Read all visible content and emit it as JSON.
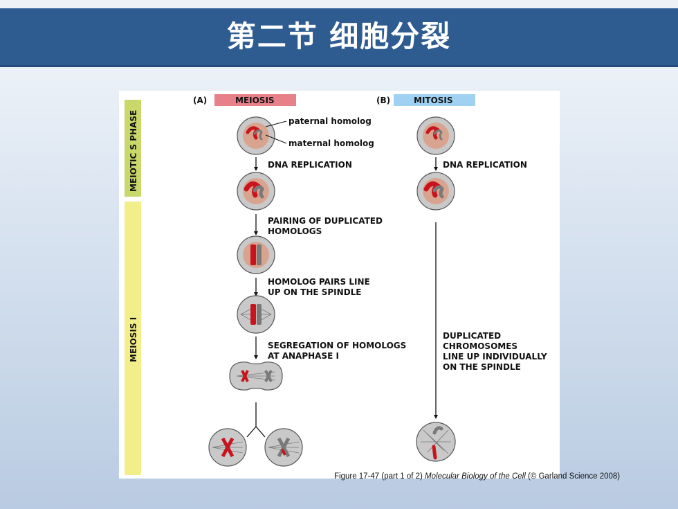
{
  "slide": {
    "title": "第二节  细胞分裂"
  },
  "figure": {
    "side_labels": {
      "s_phase": "MEIOTIC S PHASE",
      "meiosis1": "MEIOSIS I"
    },
    "panel_a": {
      "letter": "(A)",
      "header": "MEIOSIS"
    },
    "panel_b": {
      "letter": "(B)",
      "header": "MITOSIS"
    },
    "labels": {
      "paternal": "paternal homolog",
      "maternal": "maternal homolog",
      "dna_rep_a": "DNA REPLICATION",
      "dna_rep_b": "DNA REPLICATION",
      "pairing_1": "PAIRING OF DUPLICATED",
      "pairing_2": "HOMOLOGS",
      "lineup_1": "HOMOLOG PAIRS LINE",
      "lineup_2": "UP ON THE SPINDLE",
      "segregation_1": "SEGREGATION OF HOMOLOGS",
      "segregation_2": "AT ANAPHASE I",
      "mitosis_1": "DUPLICATED",
      "mitosis_2": "CHROMOSOMES",
      "mitosis_3": "LINE UP INDIVIDUALLY",
      "mitosis_4": "ON THE SPINDLE"
    },
    "colors": {
      "meiosis_bar": "#e8808a",
      "mitosis_bar": "#9fd2f2",
      "s_phase_bar": "#c8d86a",
      "meiosis1_bar": "#f2ee8a",
      "cell_fill": "#c9c9c9",
      "nucleus_fill": "#d9a48f",
      "paternal": "#c8141e",
      "maternal": "#7a7a7a"
    }
  },
  "caption": {
    "prefix": "Figure 17-47  (part  1 of 2)  ",
    "book": "Molecular  Biology  of the Cell",
    "suffix": " (© Garland  Science 2008)"
  }
}
